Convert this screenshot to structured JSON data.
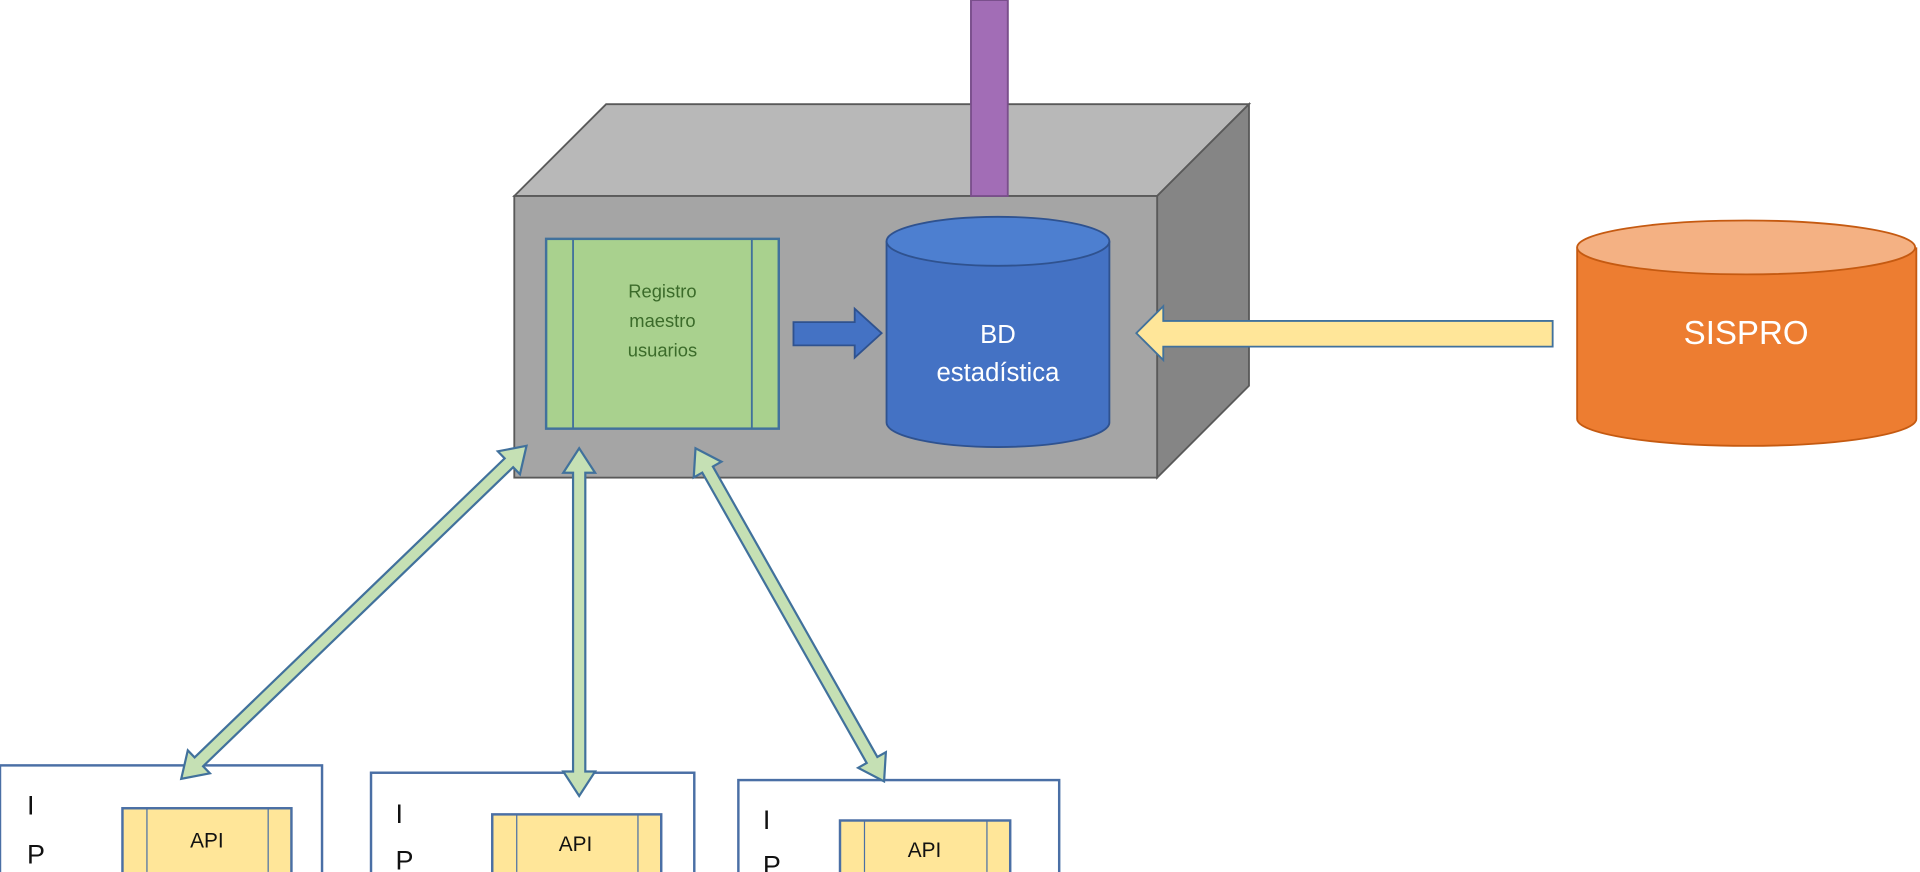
{
  "server": {
    "process_label_lines": [
      "Registro",
      "maestro",
      "usuarios"
    ],
    "db_label_lines": [
      "BD",
      "estadística"
    ]
  },
  "external": {
    "label": "SISPRO"
  },
  "clients": [
    {
      "letters": [
        "I",
        "P"
      ],
      "api_label": "API"
    },
    {
      "letters": [
        "I",
        "P"
      ],
      "api_label": "API"
    },
    {
      "letters": [
        "I",
        "P"
      ],
      "api_label": "API"
    }
  ],
  "colors": {
    "purple_link": "#a26db6",
    "server_front": "#a5a5a5",
    "server_top": "#b8b8b8",
    "server_side": "#858585",
    "process_fill": "#a9d18e",
    "process_text": "#3b6b2a",
    "db_fill": "#4472c4",
    "sispro_fill": "#ed7d31",
    "sispro_top": "#f4b183",
    "yellow_arrow": "#ffe699",
    "outline_blue": "#41719c"
  }
}
